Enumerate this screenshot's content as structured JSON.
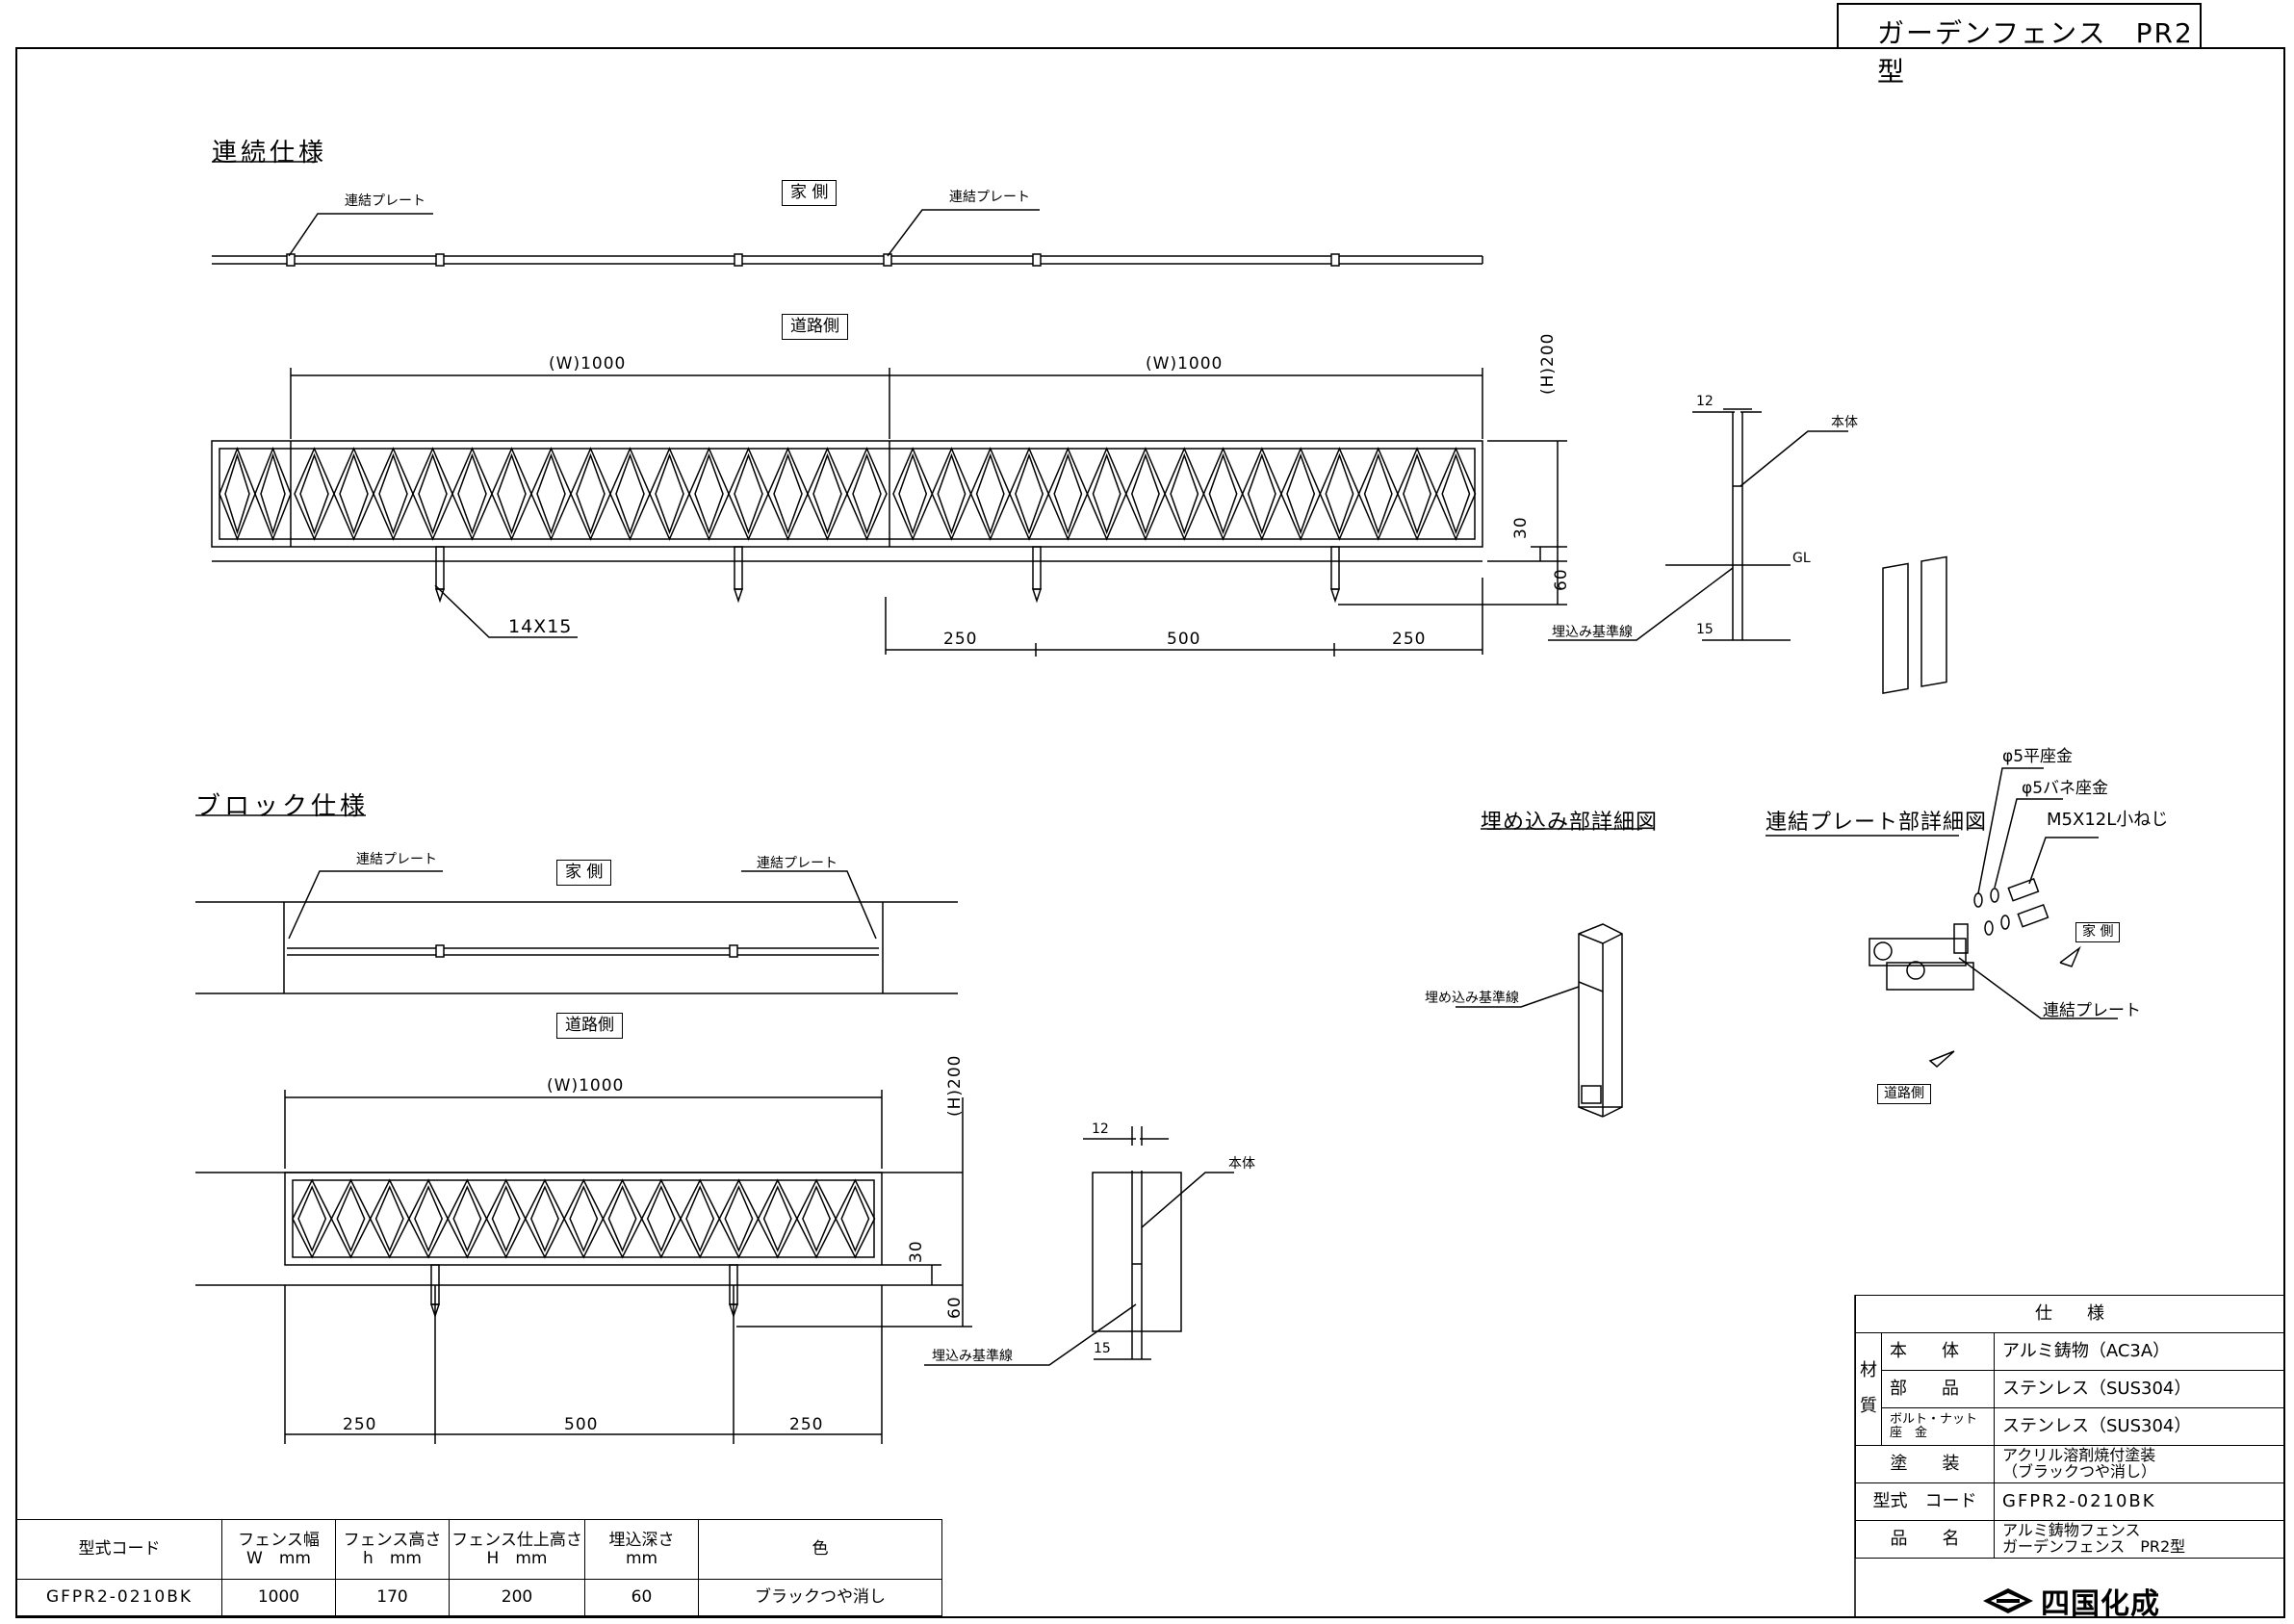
{
  "title": "ガーデンフェンス　PR2型",
  "continuous": {
    "title": "連続仕様",
    "house_side": "家 側",
    "road_side": "道路側",
    "plate_left": "連結プレート",
    "plate_right": "連結プレート",
    "width1": "(W)1000",
    "width2": "(W)1000",
    "height": "(H)200",
    "dim_30": "30",
    "dim_60": "60",
    "post_size": "14X15",
    "span_250a": "250",
    "span_500": "500",
    "span_250b": "250",
    "side_12": "12",
    "side_body": "本体",
    "side_gl": "GL",
    "side_15": "15",
    "side_baseline": "埋込み基準線"
  },
  "block": {
    "title": "ブロック仕様",
    "house_side": "家 側",
    "road_side": "道路側",
    "plate_left": "連結プレート",
    "plate_right": "連結プレート",
    "width": "(W)1000",
    "height": "(H)200",
    "dim_30": "30",
    "dim_60": "60",
    "span_250a": "250",
    "span_500": "500",
    "span_250b": "250",
    "side_12": "12",
    "side_body": "本体",
    "side_15": "15",
    "side_baseline": "埋込み基準線"
  },
  "burial_detail": {
    "title": "埋め込み部詳細図",
    "baseline": "埋め込み基準線"
  },
  "plate_detail": {
    "title": "連結プレート部詳細図",
    "washer": "φ5平座金",
    "spring_washer": "φ5バネ座金",
    "screw": "M5X12L小ねじ",
    "house_side": "家 側",
    "road_side": "道路側",
    "plate": "連結プレート"
  },
  "spec": {
    "header": "仕　　様",
    "material_label_1": "材",
    "material_label_2": "質",
    "rows": [
      {
        "label": "本　　体",
        "value": "アルミ鋳物（AC3A）"
      },
      {
        "label": "部　　品",
        "value": "ステンレス（SUS304）"
      },
      {
        "label": "ボルト・ナット 座　金",
        "value": "ステンレス（SUS304）"
      }
    ],
    "coating_label": "塗　　装",
    "coating_value_1": "アクリル溶剤焼付塗装",
    "coating_value_2": "（ブラックつや消し）",
    "code_label": "型式　コード",
    "code_value": "GFPR2-0210BK",
    "name_label": "品　　名",
    "name_value_1": "アルミ鋳物フェンス",
    "name_value_2": "ガーデンフェンス　PR2型"
  },
  "code_table": {
    "h_code": "型式コード",
    "h_width_1": "フェンス幅",
    "h_width_2": "W　mm",
    "h_height_1": "フェンス高さ",
    "h_height_2": "h　mm",
    "h_finish_1": "フェンス仕上高さ",
    "h_finish_2": "H　mm",
    "h_depth_1": "埋込深さ",
    "h_depth_2": "mm",
    "h_color": "色",
    "code": "GFPR2-0210BK",
    "width": "1000",
    "height": "170",
    "finish": "200",
    "depth": "60",
    "color": "ブラックつや消し"
  },
  "logo": "四国化成"
}
